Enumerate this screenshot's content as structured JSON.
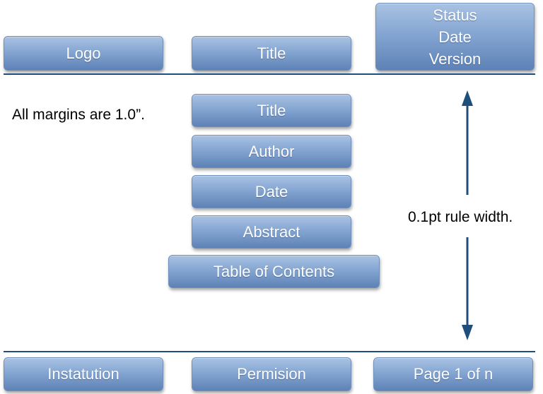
{
  "header": {
    "logo": "Logo",
    "title": "Title",
    "status_lines": [
      "Status",
      "Date",
      "Version"
    ]
  },
  "body_blocks": {
    "title": "Title",
    "author": "Author",
    "date": "Date",
    "abstract": "Abstract",
    "toc": "Table of Contents"
  },
  "notes": {
    "margins": "All margins are 1.0”.",
    "rule_width": "0.1pt rule width."
  },
  "footer": {
    "institution": "Instatution",
    "permission": "Permision",
    "page": "Page 1 of n"
  },
  "colors": {
    "box_fill": "#85a6d2",
    "rule": "#1f4e7d",
    "arrow": "#1f4e7d"
  }
}
